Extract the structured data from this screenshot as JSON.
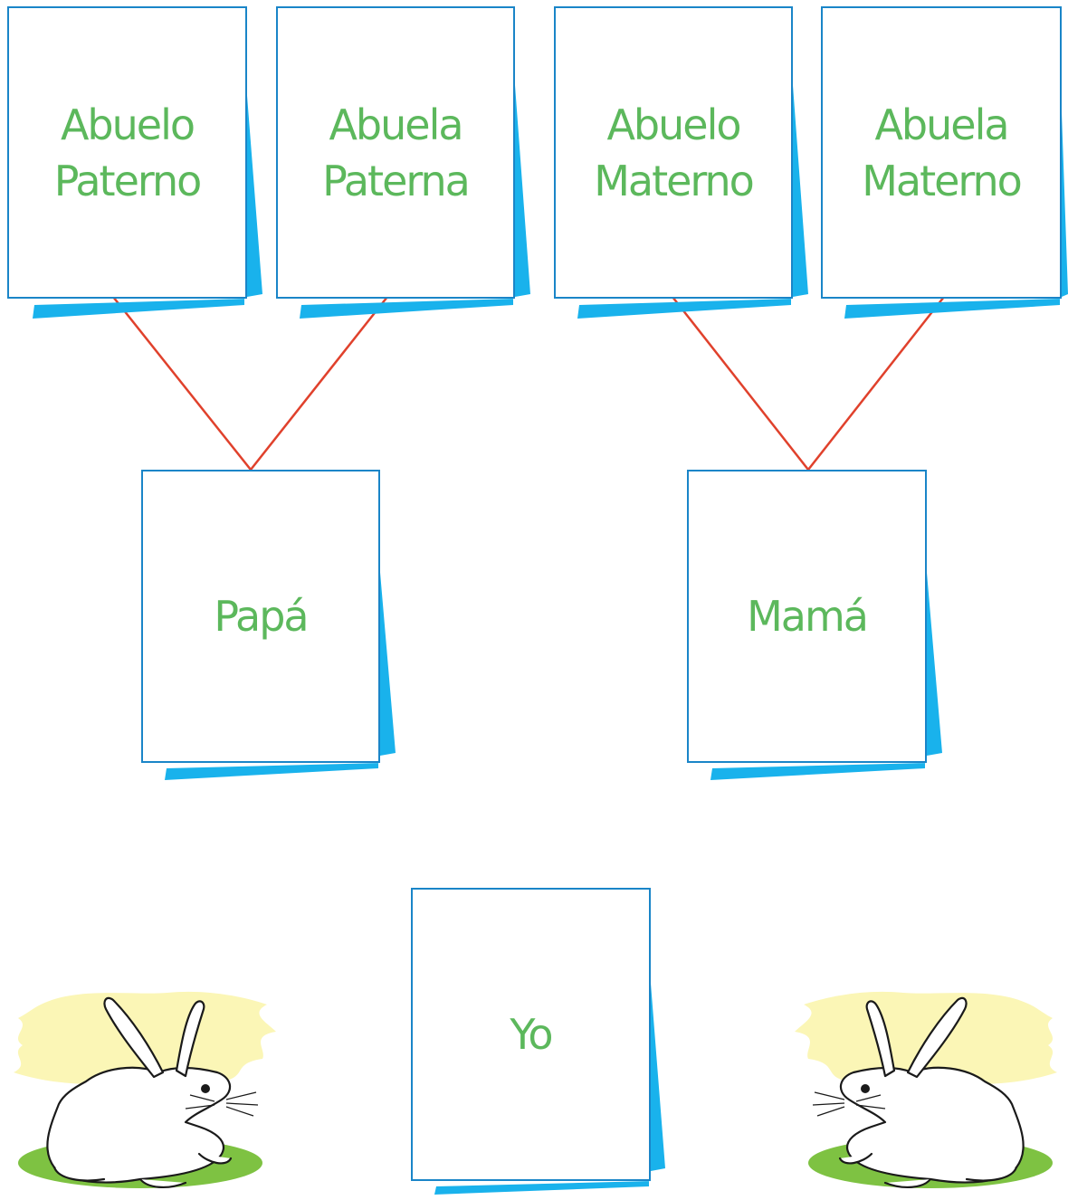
{
  "colors": {
    "label": "#5cb85c",
    "card_border": "#1a85c8",
    "card_shadow": "#19b2ec",
    "connector": "#e0412c",
    "grass": "#7ec242",
    "cloud": "#fbf6b6"
  },
  "cards": {
    "paternal_grandfather": {
      "line1": "Abuelo",
      "line2": "Paterno"
    },
    "paternal_grandmother": {
      "line1": "Abuela",
      "line2": "Paterna"
    },
    "maternal_grandfather": {
      "line1": "Abuelo",
      "line2": "Materno"
    },
    "maternal_grandmother": {
      "line1": "Abuela",
      "line2": "Materno"
    },
    "father": {
      "line1": "Papá"
    },
    "mother": {
      "line1": "Mamá"
    },
    "me": {
      "line1": "Yo"
    }
  },
  "illustrations": [
    "rabbit-left",
    "rabbit-right"
  ]
}
